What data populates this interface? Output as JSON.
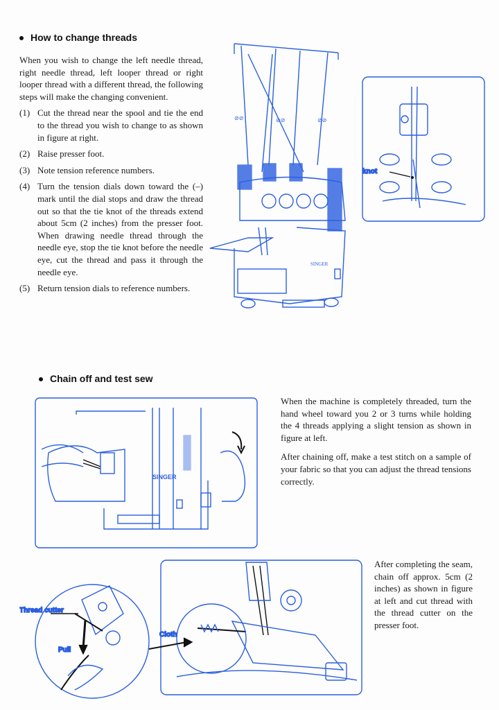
{
  "section1": {
    "heading": "How to change threads",
    "intro": "When you wish to change the left needle thread, right needle thread, left looper thread or right looper thread with a different thread, the following steps will make the changing convenient.",
    "steps": [
      {
        "num": "(1)",
        "text": "Cut the thread near the spool and tie the end to the thread you wish to change to as shown in figure at right."
      },
      {
        "num": "(2)",
        "text": "Raise presser foot."
      },
      {
        "num": "(3)",
        "text": "Note tension reference numbers."
      },
      {
        "num": "(4)",
        "text": "Turn the tension dials down toward the (–) mark until the dial stops and draw the thread out so that the tie knot of the threads extend about 5cm (2 inches) from the presser foot. When drawing needle thread through the needle eye, stop the tie knot before the needle eye, cut the thread and pass it through the needle eye."
      },
      {
        "num": "(5)",
        "text": "Return tension dials to reference numbers."
      }
    ],
    "figure_label_tie_knot": "Tie knot",
    "brand": "SINGER"
  },
  "section2": {
    "heading": "Chain off and test sew",
    "para1": "When the machine is completely threaded, turn the hand wheel toward you 2 or 3 turns while holding the 4 threads applying a slight tension as shown in figure at left.",
    "para2": "After chaining off, make a test stitch on a sample of your fabric so that you can adjust the thread tensions correctly.",
    "para3": "After completing the seam, chain off approx. 5cm (2 inches) as shown in figure at left and cut thread with the thread cutter on the presser foot.",
    "brand": "SINGER",
    "label_thread_cutter": "Thread cutter",
    "label_pull": "Pull",
    "label_cloth": "Cloth"
  },
  "colors": {
    "line_art": "#2b5fe0",
    "text": "#1a1a1a"
  }
}
